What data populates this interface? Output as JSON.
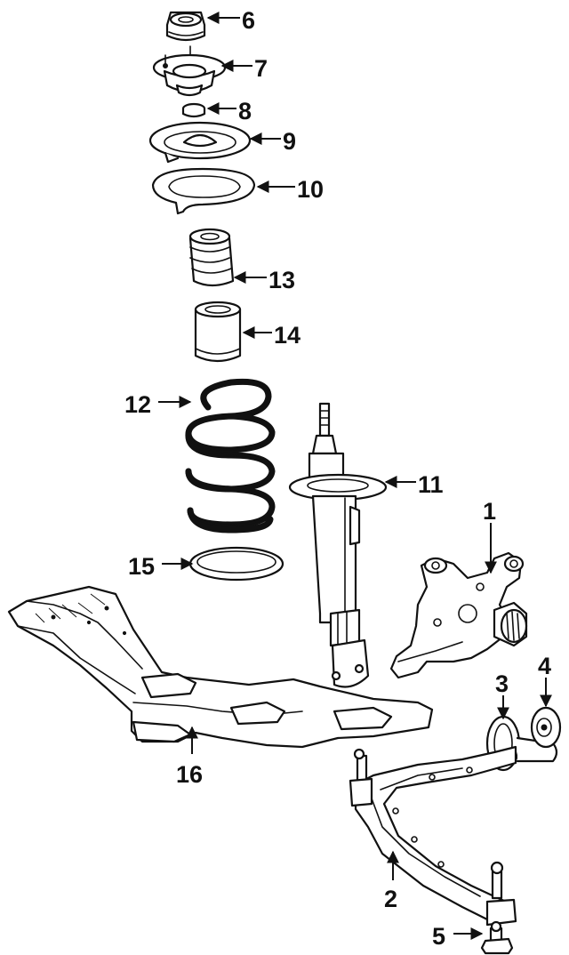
{
  "callouts": [
    {
      "id": "c6",
      "text": "6"
    },
    {
      "id": "c7",
      "text": "7"
    },
    {
      "id": "c8",
      "text": "8"
    },
    {
      "id": "c9",
      "text": "9"
    },
    {
      "id": "c10",
      "text": "10"
    },
    {
      "id": "c13",
      "text": "13"
    },
    {
      "id": "c14",
      "text": "14"
    },
    {
      "id": "c12",
      "text": "12"
    },
    {
      "id": "c11",
      "text": "11"
    },
    {
      "id": "c15",
      "text": "15"
    },
    {
      "id": "c1",
      "text": "1"
    },
    {
      "id": "c3",
      "text": "3"
    },
    {
      "id": "c4",
      "text": "4"
    },
    {
      "id": "c16",
      "text": "16"
    },
    {
      "id": "c2",
      "text": "2"
    },
    {
      "id": "c5",
      "text": "5"
    }
  ]
}
